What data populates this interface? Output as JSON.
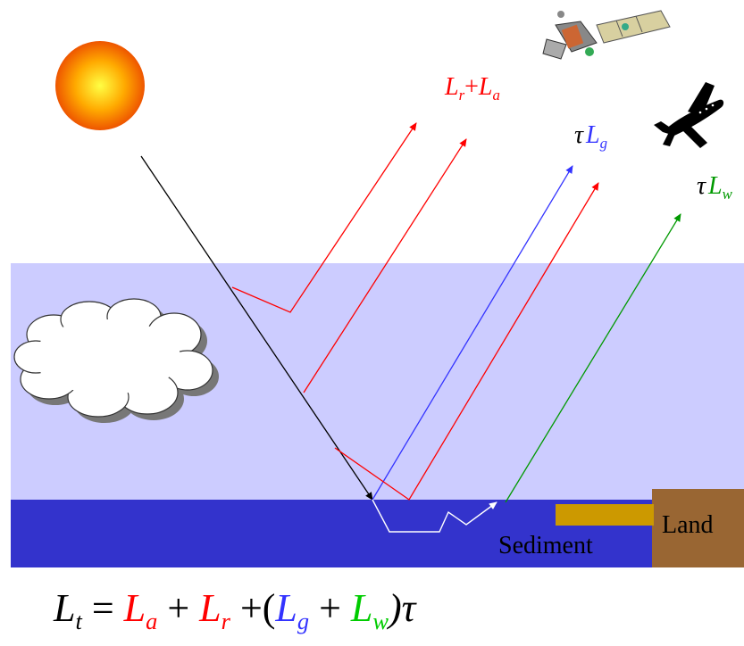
{
  "colors": {
    "atmosphere": "#ccccff",
    "water": "#3333cc",
    "land": "#996633",
    "sediment_bar": "#cc9900",
    "red": "#ff0000",
    "blue": "#3333ff",
    "green": "#009900",
    "black": "#000000"
  },
  "labels": {
    "path_rayleigh_aerosol": {
      "L1": "L",
      "s1": "r",
      "plus": "+",
      "L2": "L",
      "s2": "a"
    },
    "glint": {
      "tau": "τ",
      "L": "L",
      "s": "g"
    },
    "water_leaving": {
      "tau": "τ",
      "L": "L",
      "s": "w"
    },
    "sediment": "Sediment",
    "land": "Land"
  },
  "equation": {
    "Lt": "L",
    "t": "t",
    "eq": "=",
    "La": "L",
    "a": "a",
    "p1": "+",
    "Lr": "L",
    "r": "r",
    "p2": "+(",
    "Lg": "L",
    "g": "g",
    "p3": "+",
    "Lw": "L",
    "w": "w",
    "close": ")τ"
  },
  "icons": [
    "sun-icon",
    "satellite-icon",
    "airplane-icon",
    "cloud-icon"
  ]
}
